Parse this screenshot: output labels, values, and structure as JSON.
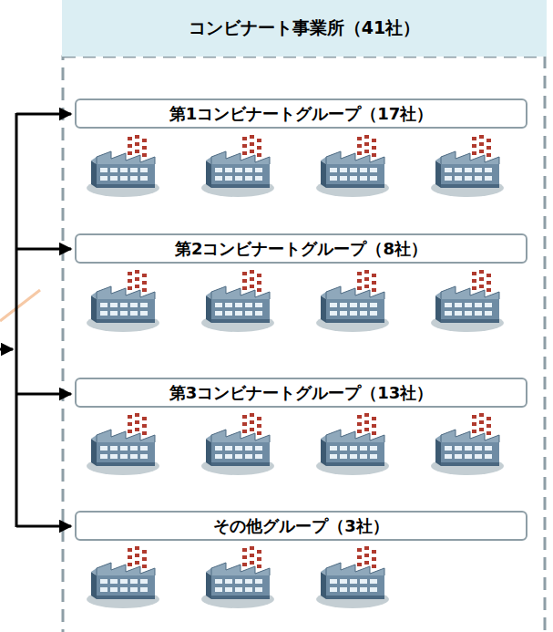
{
  "diagram": {
    "nodes": [
      {
        "text": [
          "コンビナート事業所（41社）"
        ]
      },
      {
        "text": [
          "第1コンビナートグループ（17社）"
        ],
        "in": 0
      },
      {
        "text": [
          "第2コンビナートグループ（8社）"
        ],
        "in": 0
      },
      {
        "text": [
          "第3コンビナートグループ（13社）"
        ],
        "in": 0
      },
      {
        "text": [
          "その他グループ（3社）"
        ],
        "in": 0
      }
    ]
  }
}
